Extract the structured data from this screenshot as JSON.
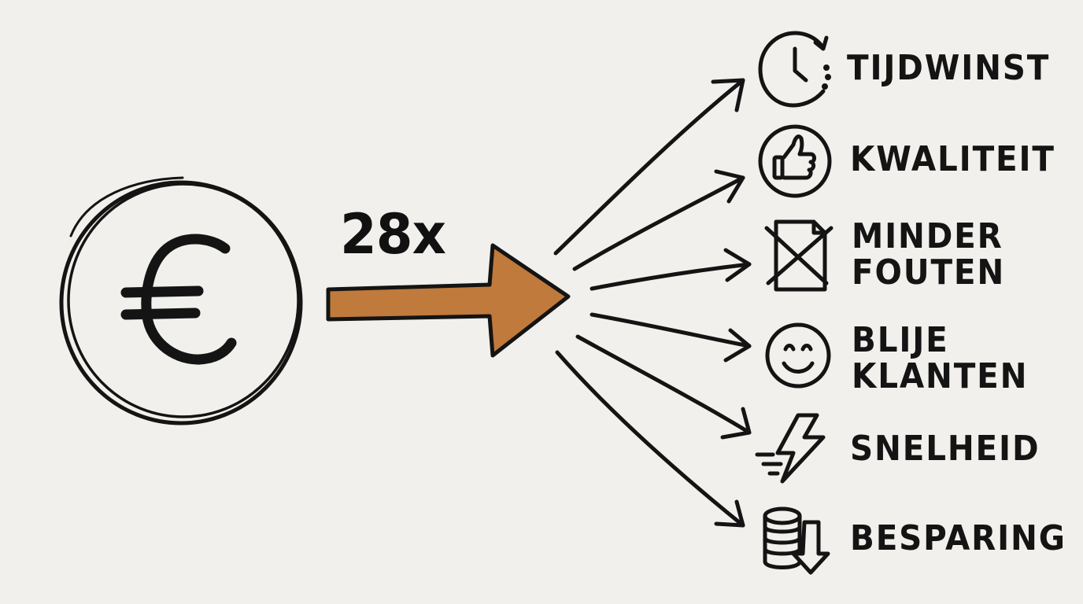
{
  "multiplier": "28x",
  "currency_symbol": "€",
  "benefits": [
    {
      "id": "tijdwinst",
      "label": "TIJDWINST",
      "icon": "clock-icon"
    },
    {
      "id": "kwaliteit",
      "label": "KWALITEIT",
      "icon": "thumbs-up-icon"
    },
    {
      "id": "minder-fouten",
      "label_line1": "MINDER",
      "label_line2": "FOUTEN",
      "icon": "crossed-document-icon"
    },
    {
      "id": "blije-klanten",
      "label_line1": "BLIJE",
      "label_line2": "KLANTEN",
      "icon": "smiley-icon"
    },
    {
      "id": "snelheid",
      "label": "SNELHEID",
      "icon": "lightning-icon"
    },
    {
      "id": "besparing",
      "label": "BESPARING",
      "icon": "coin-stack-down-icon"
    }
  ],
  "colors": {
    "background": "#f1f0ec",
    "ink": "#141414",
    "arrow_fill": "#c07a3c"
  }
}
